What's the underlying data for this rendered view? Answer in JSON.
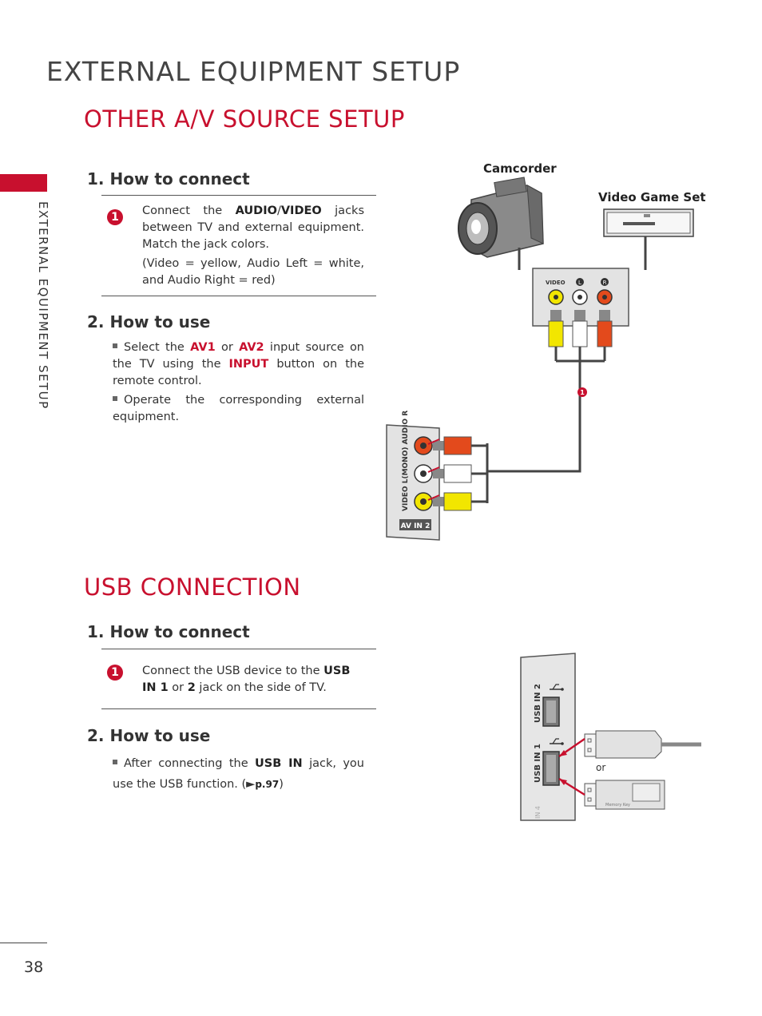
{
  "header": {
    "title": "EXTERNAL EQUIPMENT SETUP"
  },
  "side": {
    "tab_text": "EXTERNAL EQUIPMENT SETUP",
    "page_number": "38"
  },
  "section_av": {
    "title": "OTHER A/V SOURCE SETUP",
    "connect": {
      "heading": "1. How to connect",
      "step": "1",
      "text_a": "Connect the ",
      "kw_audio": "AUDIO",
      "slash": "/",
      "kw_video": "VIDEO",
      "text_b": " jacks between TV and external equipment. Match the jack colors.",
      "note": "(Video = yellow, Audio Left = white, and Audio Right = red)"
    },
    "use": {
      "heading": "2. How to use",
      "b1_a": "Select the ",
      "b1_av1": "AV1",
      "b1_or": " or ",
      "b1_av2": "AV2",
      "b1_b": " input source on the TV using the ",
      "b1_input": "INPUT",
      "b1_c": " button on the remote control.",
      "b2": "Operate the corresponding external equipment."
    },
    "diagram": {
      "camcorder": "Camcorder",
      "game_set": "Video Game Set",
      "video_label": "VIDEO",
      "l_label": "L",
      "r_label": "R",
      "panel_label": "VIDEO L(MONO) AUDIO R",
      "av_in": "AV IN 2",
      "callout": "1"
    }
  },
  "section_usb": {
    "title": "USB CONNECTION",
    "connect": {
      "heading": "1. How to connect",
      "step": "1",
      "text_a": "Connect the USB device to the ",
      "kw_usb": "USB IN 1",
      "or": " or ",
      "kw_2": "2",
      "text_b": " jack on the side of TV."
    },
    "use": {
      "heading": "2. How to use",
      "a": "After connecting the ",
      "kw": "USB IN",
      "b": " jack, you use the USB function. (",
      "arrow": "►",
      "ref": "p.97",
      "close": ")"
    },
    "diagram": {
      "usb_in_2": "USB IN 2",
      "usb_in_1": "USB IN 1",
      "or": "or",
      "memory_key": "Memory Key",
      "hdmi_fragment": "IN 4"
    }
  },
  "colors": {
    "accent": "#c8102e",
    "yellow": "#f2e600",
    "red": "#e34a1c",
    "white": "#ffffff"
  }
}
